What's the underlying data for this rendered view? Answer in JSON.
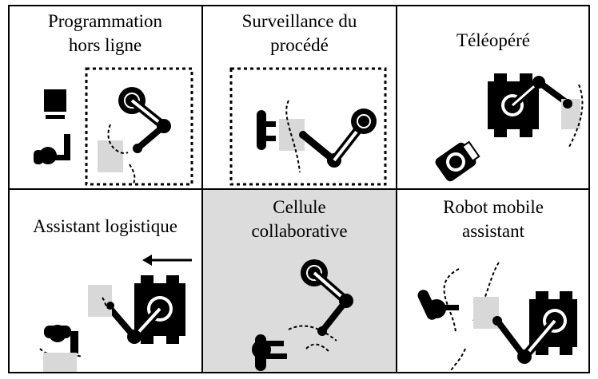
{
  "diagram": {
    "cells": [
      {
        "id": "programmation",
        "label": "Programmation hors ligne",
        "lines": [
          "Programmation",
          "hors ligne"
        ],
        "shaded": false
      },
      {
        "id": "surveillance",
        "label": "Surveillance du procédé",
        "lines": [
          "Surveillance du",
          "procédé"
        ],
        "shaded": false
      },
      {
        "id": "teleopere",
        "label": "Téléopéré",
        "lines": [
          "Téléopéré"
        ],
        "shaded": false
      },
      {
        "id": "assistant-logistique",
        "label": "Assistant logistique",
        "lines": [
          "Assistant logistique"
        ],
        "shaded": false
      },
      {
        "id": "cellule-collaborative",
        "label": "Cellule collaborative",
        "lines": [
          "Cellule",
          "collaborative"
        ],
        "shaded": true
      },
      {
        "id": "robot-mobile-assistant",
        "label": "Robot mobile assistant",
        "lines": [
          "Robot mobile",
          "assistant"
        ],
        "shaded": false
      }
    ],
    "colors": {
      "line": "#000000",
      "zone": "#d8d8d8",
      "highlight": "#dcdcdc",
      "background": "#ffffff"
    }
  }
}
